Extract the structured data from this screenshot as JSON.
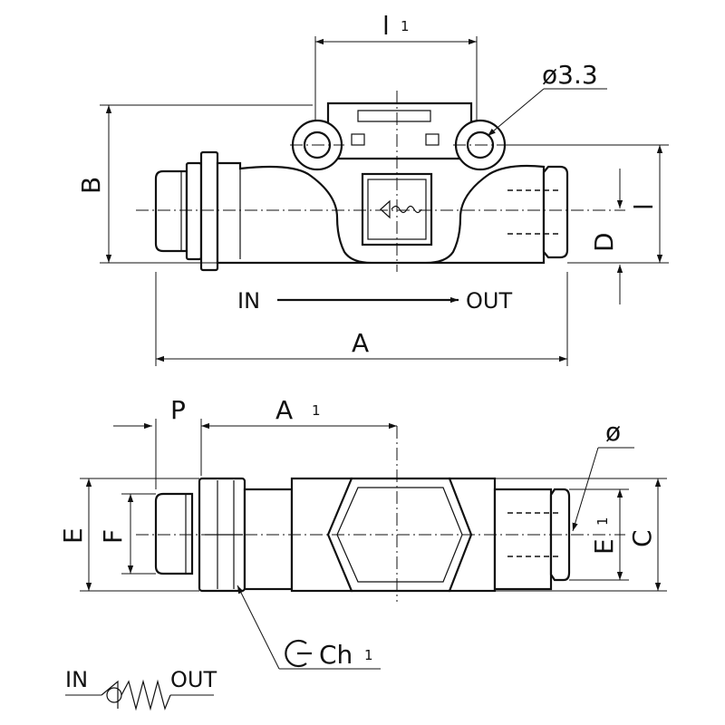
{
  "top_view": {
    "dim_l1": "l",
    "dim_l1_sub": "1",
    "dim_hole": "ø3.3",
    "dim_b": "B",
    "dim_l": "l",
    "dim_d": "D",
    "flow_in": "IN",
    "flow_out": "OUT",
    "dim_a": "A"
  },
  "side_view": {
    "dim_p": "P",
    "dim_a1": "A",
    "dim_a1_sub": "1",
    "dim_diameter": "ø",
    "dim_e": "E",
    "dim_f": "F",
    "dim_e1": "E",
    "dim_e1_sub": "1",
    "dim_c": "C",
    "dim_ch1": "Ch",
    "dim_ch1_sub": "1"
  },
  "symbol": {
    "in_label": "IN",
    "out_label": "OUT"
  }
}
